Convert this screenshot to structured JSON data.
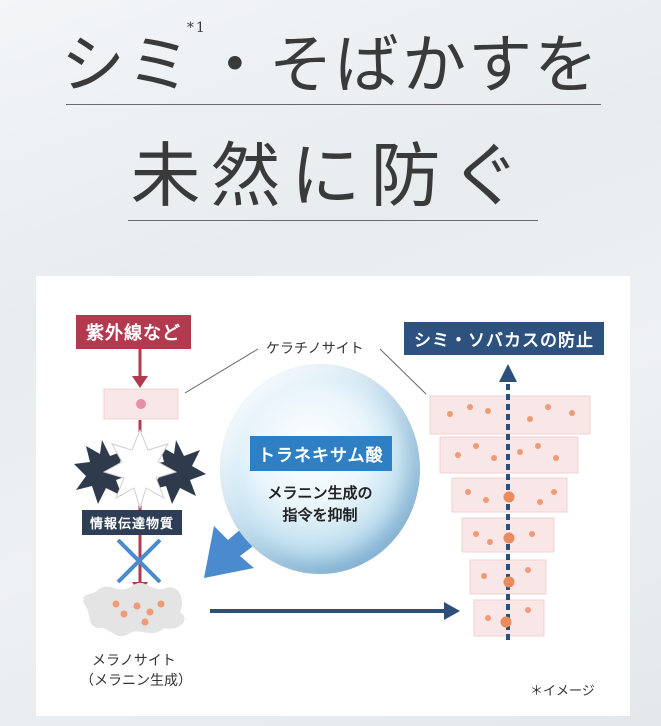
{
  "headline": {
    "line1_a": "シミ",
    "note": "*1",
    "line1_b": "・そばかすを",
    "line2": "未然に防ぐ"
  },
  "diagram": {
    "uv_label": "紫外線など",
    "keratinocyte_label": "ケラチノサイト",
    "signal_label": "情報伝達物質",
    "melanocyte_label_1": "メラノサイト",
    "melanocyte_label_2": "（メラニン生成）",
    "result_label": "シミ・ソバカスの防止",
    "ingredient_label": "トラネキサム酸",
    "ingredient_desc_1": "メラニン生成の",
    "ingredient_desc_2": "指令を抑制",
    "image_note": "＊イメージ"
  },
  "colors": {
    "red_label": "#b33a4e",
    "blue_label": "#2d527f",
    "ingredient_blue": "#2f7fc4",
    "arrow_navy": "#2d4f7c",
    "cross_blue": "#4a8bd0",
    "cell_pink": "#f9e6e6",
    "melanin_orange": "#e98a5f"
  }
}
